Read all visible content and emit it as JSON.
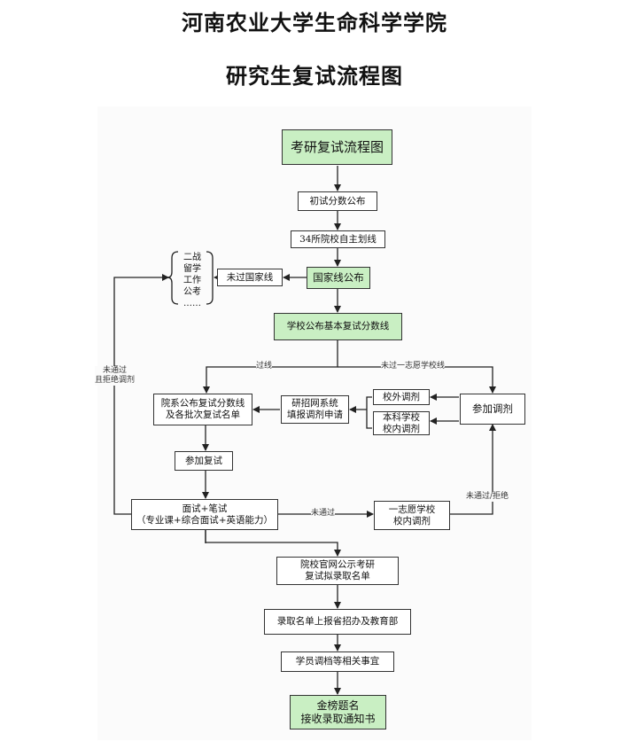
{
  "header": {
    "line1": "河南农业大学生命科学学院",
    "line2": "研究生复试流程图"
  },
  "nodes": {
    "start": "考研复试流程图",
    "chushi": "初试分数公布",
    "zihuaxian": "34所院校自主划线",
    "guojiaxian": "国家线公布",
    "weiguoguojia": "未过国家线",
    "other_options": "二战\n留学\n工作\n公考\n……",
    "xiaoxian": "学校公布基本复试分数线",
    "yuanxi": "院系公布复试分数线\n及各批次复试名单",
    "yanzhao": "研招网系统\n填报调剂申请",
    "xiaowai": "校外调剂",
    "benke": "本科学校\n校内调剂",
    "canjia_tiaoji": "参加调剂",
    "canjia_fushi": "参加复试",
    "mianshi": "面试+笔试\n（专业课+综合面试+英语能力）",
    "yizhiyuan": "一志愿学校\n校内调剂",
    "gongshi": "院校官网公示考研\n复试拟录取名单",
    "baosong": "录取名单上报省招办及教育部",
    "diaodang": "学员调档等相关事宜",
    "end": "金榜题名\n接收录取通知书"
  },
  "edge_labels": {
    "guoxian": "过线",
    "weiguo_yizhiyuan": "未过一志愿学校线",
    "weitongguo": "未通过",
    "weitongguo_jujue": "未通过/拒绝",
    "weitongguo_jujue_left": "未通过\n且拒绝调剂"
  }
}
